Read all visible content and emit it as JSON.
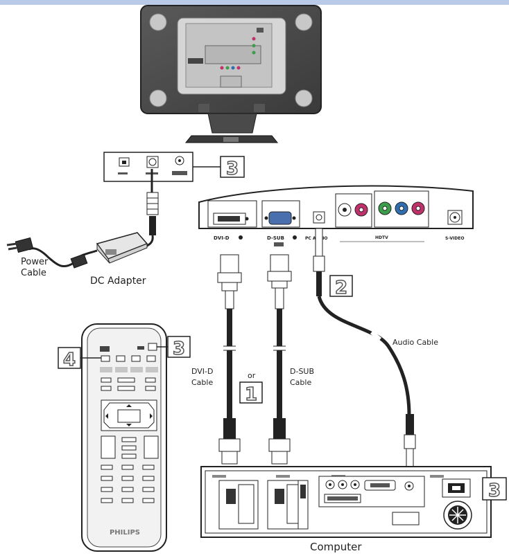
{
  "labels": {
    "power_cable_line1": "Power",
    "power_cable_line2": "Cable",
    "dc_adapter": "DC Adapter",
    "audio_cable": "Audio Cable",
    "dvid_cable_line1": "DVI-D",
    "dvid_cable_line2": "Cable",
    "or": "or",
    "dsub_cable_line1": "D-SUB",
    "dsub_cable_line2": "Cable",
    "computer": "Computer",
    "remote_brand": "PHILIPS"
  },
  "panel_ports": {
    "dvid": "DVI-D",
    "dsub": "D-SUB",
    "pc_audio": "PC AUDIO",
    "hdtv": "HDTV",
    "svideo": "S-VIDEO"
  },
  "steps": {
    "monitor_power": "3",
    "audio": "2",
    "video": "1",
    "remote_power": "3",
    "remote_button": "4",
    "computer_power": "3"
  },
  "colors": {
    "jack_red": "#c0306a",
    "jack_green": "#3c9e4a",
    "jack_blue": "#2f6fb0",
    "connector_blue": "#4a6fae",
    "step_box": "#8a8a8a"
  }
}
